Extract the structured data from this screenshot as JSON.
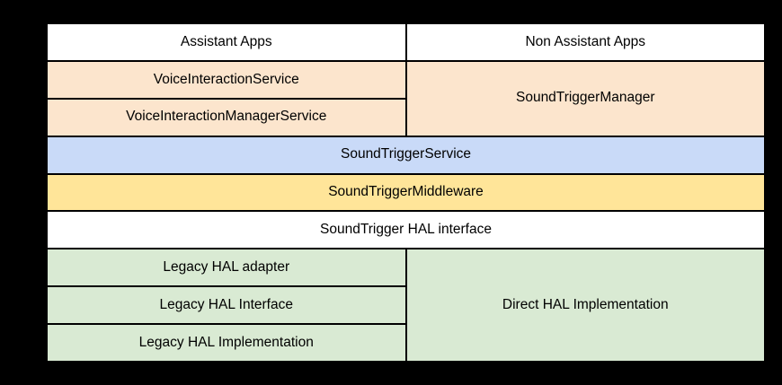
{
  "diagram": {
    "type": "layered-architecture",
    "layers": {
      "assistant_apps": "Assistant Apps",
      "non_assistant_apps": "Non Assistant Apps",
      "voice_interaction_service": "VoiceInteractionService",
      "voice_interaction_manager_service": "VoiceInteractionManagerService",
      "sound_trigger_manager": "SoundTriggerManager",
      "sound_trigger_service": "SoundTriggerService",
      "sound_trigger_middleware": "SoundTriggerMiddleware",
      "sound_trigger_hal_interface": "SoundTrigger HAL interface",
      "legacy_hal_adapter": "Legacy HAL adapter",
      "legacy_hal_interface": "Legacy HAL Interface",
      "legacy_hal_implementation": "Legacy HAL Implementation",
      "direct_hal_implementation": "Direct HAL Implementation"
    },
    "palette": {
      "apps_white": "#ffffff",
      "voice_peach": "#fce5cd",
      "service_blue": "#c9daf8",
      "middleware_yellow": "#ffe599",
      "hal_white": "#ffffff",
      "hal_green": "#d9ead3",
      "border_black": "#000000",
      "background_black": "#000000"
    }
  }
}
